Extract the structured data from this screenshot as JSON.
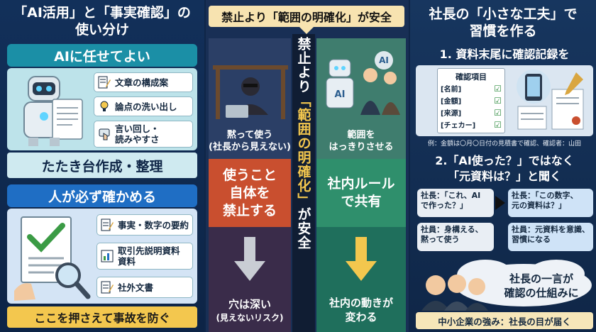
{
  "left": {
    "title_line1": "「AI活用」と「事実確認」の",
    "title_line2": "使い分け",
    "ai_header": "AIに任せてよい",
    "ai_items": [
      "文章の構成案",
      "論点の洗い出し",
      "言い回し・\n読みやすさ"
    ],
    "ai_band": "たたき台作成・整理",
    "human_header": "人が必ず確かめる",
    "human_items": [
      "事実・数字の要約",
      "取引先説明資料\n資料",
      "社外文書"
    ],
    "human_band": "ここを押さえて事故を防ぐ"
  },
  "middle": {
    "title": "禁止より「範囲の明確化」が安全",
    "vertical_prefix": "禁止より",
    "vertical_highlight": "「範囲の明確化」",
    "vertical_suffix": "が安全",
    "red_label": "黙って使う\n(社長から見えない)",
    "red_big": "使うこと\n自体を\n禁止する",
    "red_bottom": "穴は深い",
    "red_bottom_sub": "(見えないリスク)",
    "green_badge": "AI",
    "green_label": "範囲を\nはっきりさせる",
    "green_big": "社内ルール\nで共有",
    "green_bottom": "社内の動きが\n変わる"
  },
  "right": {
    "title_line1": "社長の「小さな工夫」で",
    "title_line2": "習慣を作る",
    "step1": "1. 資料末尾に確認記録を",
    "checklist_title": "確認項目",
    "checklist": [
      "[名前]",
      "[金額]",
      "[来源]",
      "[チェカー]"
    ],
    "note": "例：金額は〇月〇日付の見積書で確認、確認者：山田",
    "step2_line1": "2.「AI使った？」ではなく",
    "step2_line2": "「元資料は？」と聞く",
    "bubble_old_boss": "社長：「これ、AI\nで作った？」",
    "bubble_old_staff": "社員：身構える、\n黙って使う",
    "bubble_new_boss": "社長：「この数字、\n元の資料は？」",
    "bubble_new_staff": "社員：元資料を意識、\n習慣になる",
    "cloud_text": "社長の一言が\n確認の仕組みに",
    "band": "中小企業の強み：社長の目が届く"
  },
  "colors": {
    "navy": "#0f2647",
    "teal": "#1b8fa6",
    "blue": "#1f6ec4",
    "gold": "#f3c74e",
    "red": "#c94f2f",
    "green": "#2f8f6c"
  }
}
